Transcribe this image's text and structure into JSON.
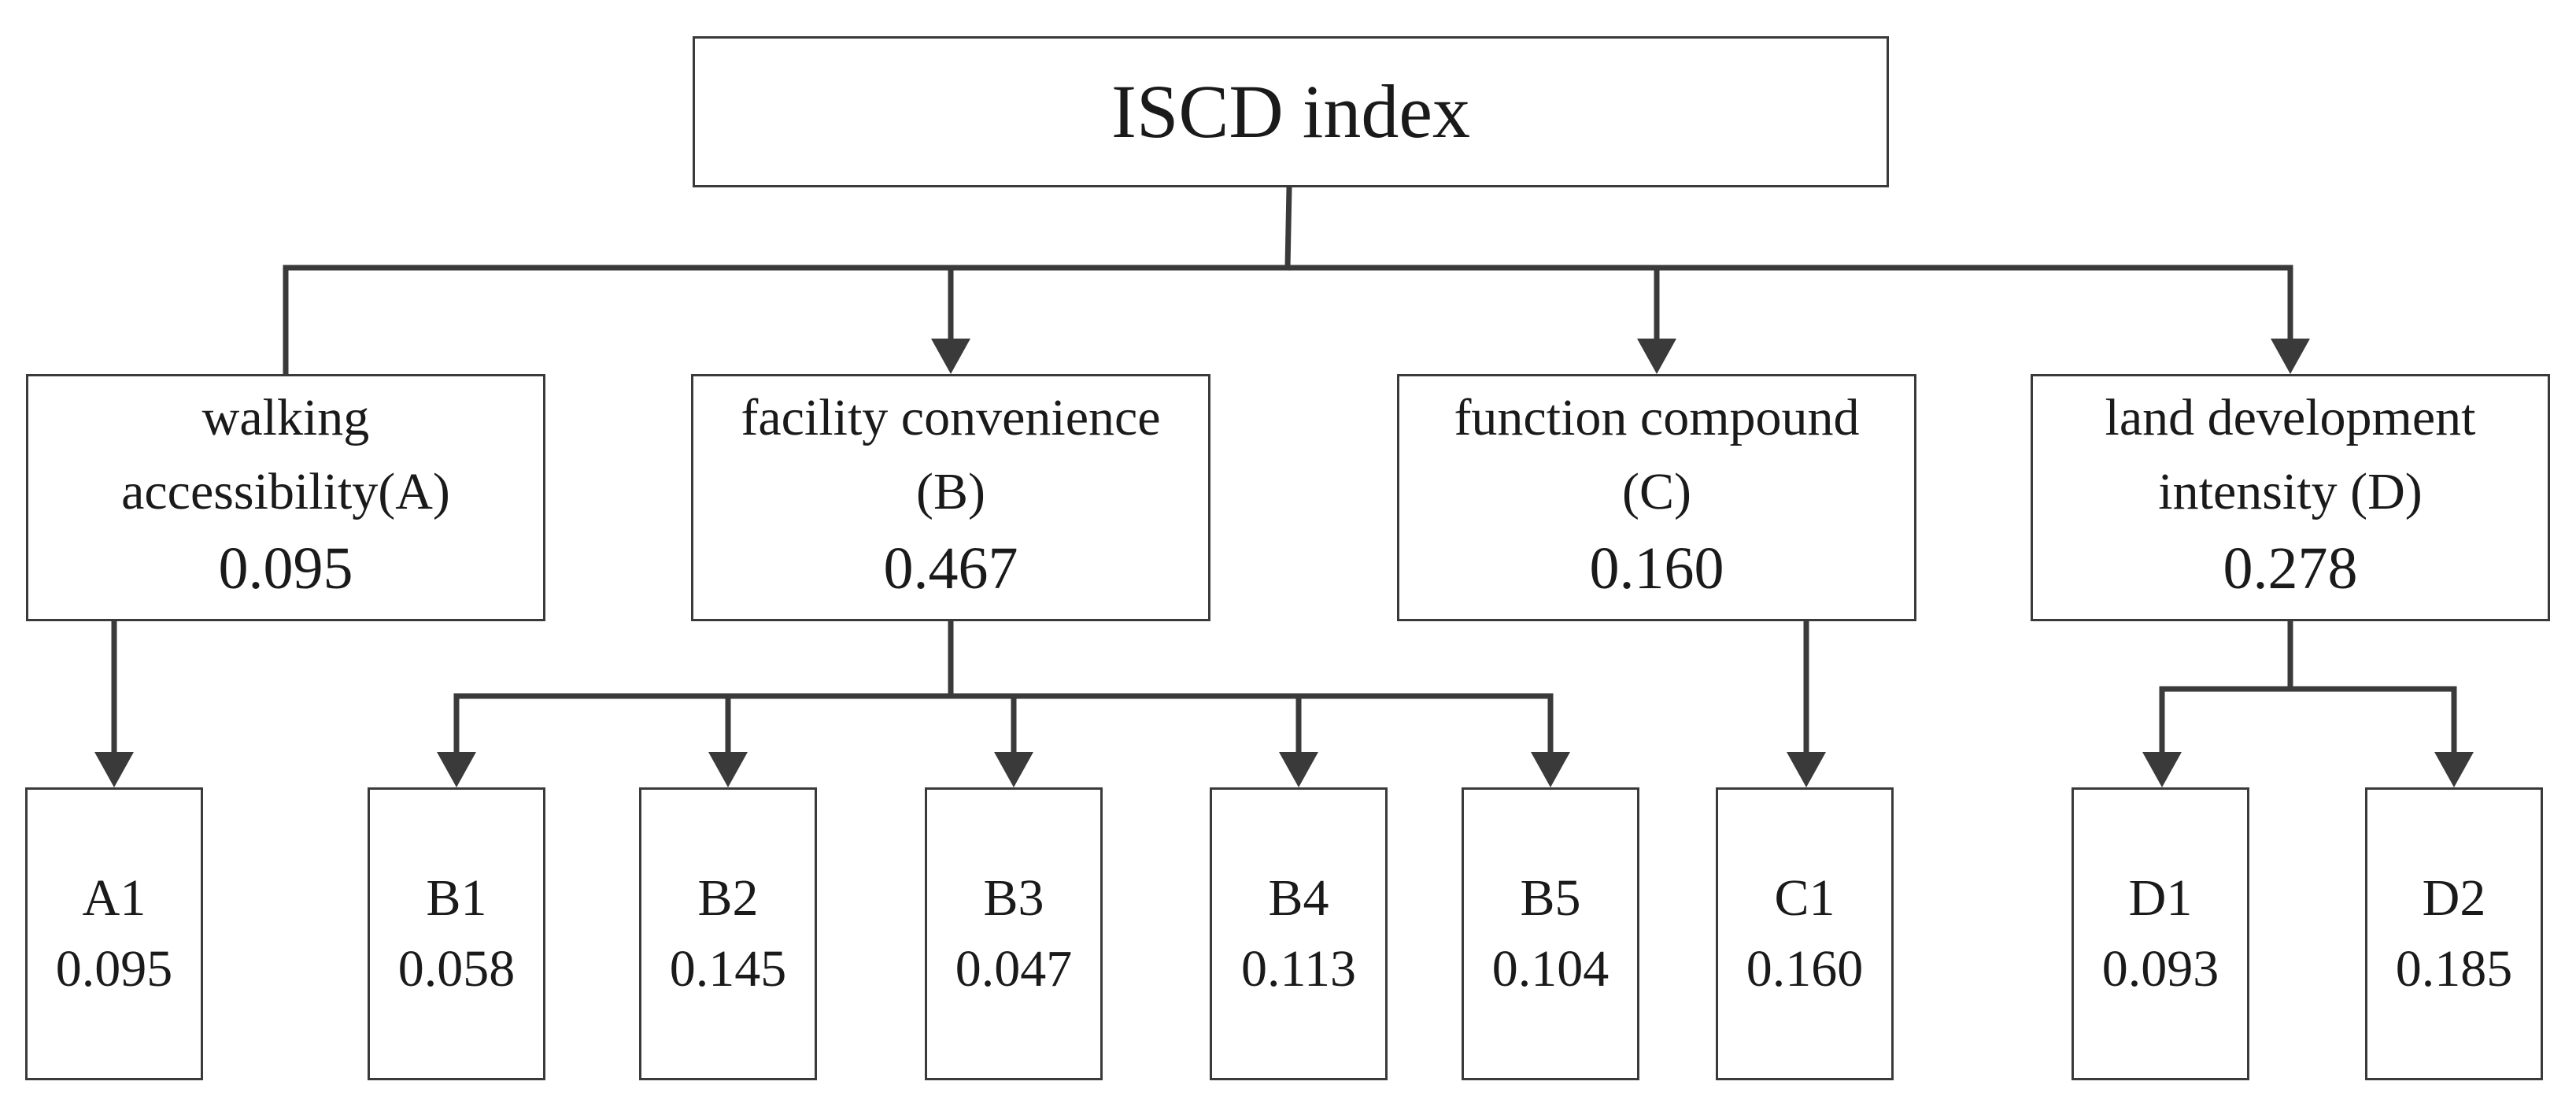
{
  "root": {
    "title": "ISCD index"
  },
  "categories": [
    {
      "id": "A",
      "lines": [
        "walking",
        "accessibility(A)"
      ],
      "weight": "0.095"
    },
    {
      "id": "B",
      "lines": [
        "facility convenience",
        "(B)"
      ],
      "weight": "0.467"
    },
    {
      "id": "C",
      "lines": [
        "function compound",
        "(C)"
      ],
      "weight": "0.160"
    },
    {
      "id": "D",
      "lines": [
        "land development",
        "intensity (D)"
      ],
      "weight": "0.278"
    }
  ],
  "indicators": [
    {
      "code": "A1",
      "weight": "0.095"
    },
    {
      "code": "B1",
      "weight": "0.058"
    },
    {
      "code": "B2",
      "weight": "0.145"
    },
    {
      "code": "B3",
      "weight": "0.047"
    },
    {
      "code": "B4",
      "weight": "0.113"
    },
    {
      "code": "B5",
      "weight": "0.104"
    },
    {
      "code": "C1",
      "weight": "0.160"
    },
    {
      "code": "D1",
      "weight": "0.093"
    },
    {
      "code": "D2",
      "weight": "0.185"
    }
  ]
}
